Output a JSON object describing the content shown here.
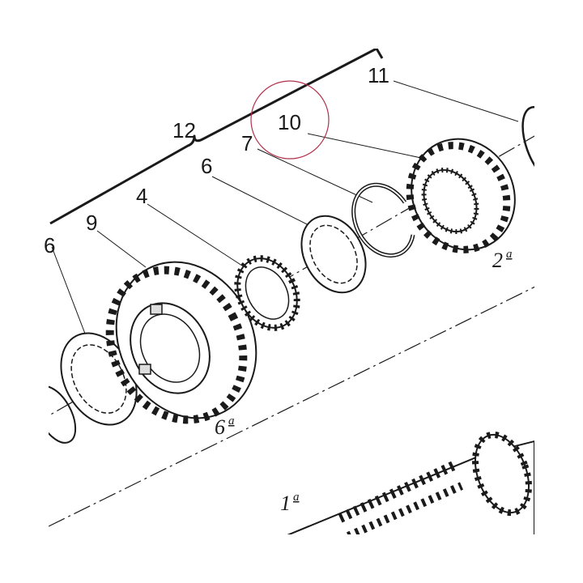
{
  "callouts": {
    "c6_left": "6",
    "c9": "9",
    "c4": "4",
    "c6": "6",
    "c7": "7",
    "c10": "10",
    "c11": "11",
    "c12": "12"
  },
  "gear_labels": {
    "g2": {
      "num": "2",
      "ord": "a"
    },
    "g6": {
      "num": "6",
      "ord": "a"
    },
    "g1": {
      "num": "1",
      "ord": "a"
    }
  },
  "colors": {
    "ink": "#1a1a1a",
    "highlight_circle": "#b0304a",
    "background": "#ffffff"
  }
}
